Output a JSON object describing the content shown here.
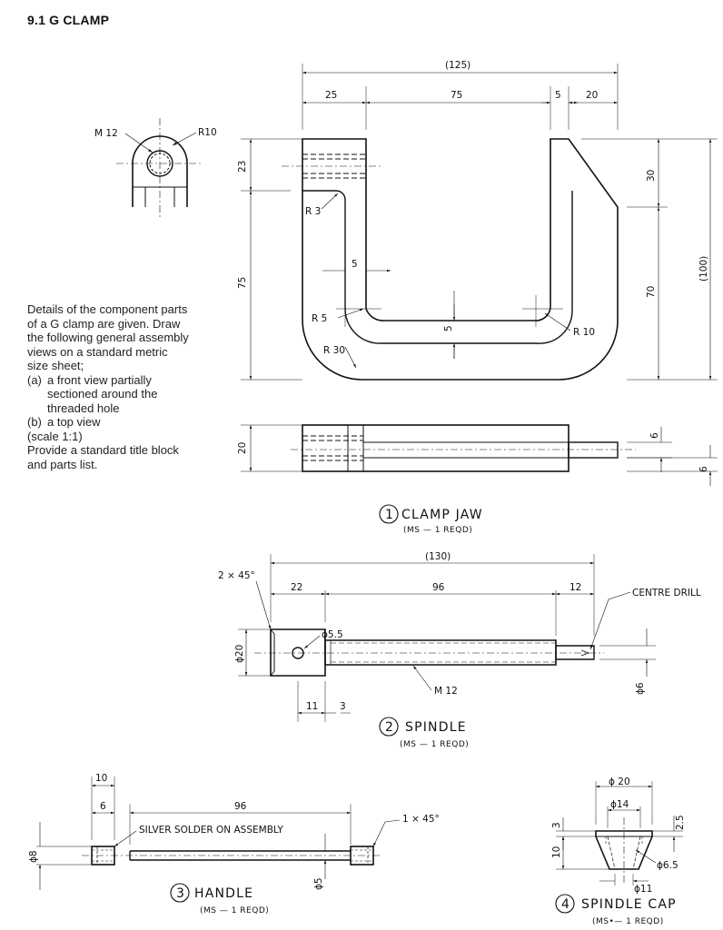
{
  "title": "9.1  G CLAMP",
  "description": {
    "intro": "Details of the component parts of a G clamp are given. Draw the following general assembly views on a standard metric size sheet;",
    "items": [
      {
        "key": "(a)",
        "text": "a front view partially sectioned around the threaded hole"
      },
      {
        "key": "(b)",
        "text": "a top view"
      }
    ],
    "scale": "(scale 1:1)",
    "footer": "Provide a standard title block and parts list."
  },
  "parts": [
    {
      "number": "1",
      "name": "CLAMP JAW",
      "spec": "(MS — 1 REQD)"
    },
    {
      "number": "2",
      "name": "SPINDLE",
      "spec": "(MS — 1 REQD)"
    },
    {
      "number": "3",
      "name": "HANDLE",
      "spec": "(MS — 1 REQD)"
    },
    {
      "number": "4",
      "name": "SPINDLE CAP",
      "spec": "(MS•— 1 REQD)"
    }
  ],
  "jaw_dims": {
    "overall": "(125)",
    "d25": "25",
    "d75": "75",
    "d5": "5",
    "d20": "20",
    "d23": "23",
    "d75v": "75",
    "d30": "30",
    "d70": "70",
    "d100": "(100)",
    "r3": "R 3",
    "r5": "R 5",
    "r10": "R 10",
    "r30": "R 30",
    "w5": "5",
    "t5": "5",
    "top20": "20",
    "top6a": "6",
    "top6b": "6",
    "detail_m12": "M 12",
    "detail_r10": "R10"
  },
  "spindle_dims": {
    "overall": "(130)",
    "d22": "22",
    "d96": "96",
    "d12": "12",
    "chamfer": "2 × 45°",
    "centre_drill": "CENTRE DRILL",
    "hole": "ϕ5.5",
    "dia20": "ϕ20",
    "dia6": "ϕ6",
    "m12": "M 12",
    "d11": "11",
    "d3": "3"
  },
  "handle_dims": {
    "d10": "10",
    "d6": "6",
    "d96": "96",
    "chamfer": "1 × 45°",
    "solder": "SILVER SOLDER ON ASSEMBLY",
    "dia8": "ϕ8",
    "dia5": "ϕ5"
  },
  "cap_dims": {
    "dia20": "ϕ 20",
    "dia14": "ϕ14",
    "d3": "3",
    "d2_5": "2.5",
    "d10": "10",
    "dia6_5": "ϕ6.5",
    "dia11": "ϕ11"
  }
}
